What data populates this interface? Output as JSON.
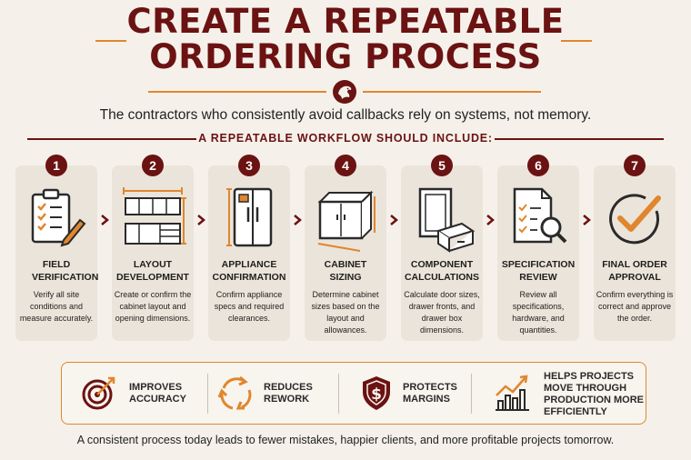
{
  "header": {
    "title_line1": "CREATE A REPEATABLE",
    "title_line2": "ORDERING PROCESS",
    "subtitle": "The contractors who consistently avoid callbacks rely on systems, not memory.",
    "emblem_icon": "eagle-emblem-icon"
  },
  "section": {
    "title": "A REPEATABLE WORKFLOW SHOULD INCLUDE:"
  },
  "steps": [
    {
      "number": "1",
      "title": "FIELD VERIFICATION",
      "desc": "Verify all site conditions and measure accurately.",
      "icon": "clipboard-checklist-icon"
    },
    {
      "number": "2",
      "title": "LAYOUT DEVELOPMENT",
      "desc": "Create or confirm the cabinet layout and opening dimensions.",
      "icon": "cabinet-layout-icon"
    },
    {
      "number": "3",
      "title": "APPLIANCE CONFIRMATION",
      "desc": "Confirm appliance specs and required clearances.",
      "icon": "refrigerator-icon"
    },
    {
      "number": "4",
      "title": "CABINET SIZING",
      "desc": "Determine cabinet sizes based on the layout and allowances.",
      "icon": "cabinet-box-icon"
    },
    {
      "number": "5",
      "title": "COMPONENT CALCULATIONS",
      "desc": "Calculate door sizes, drawer fronts, and drawer box dimensions.",
      "icon": "door-drawer-icon"
    },
    {
      "number": "6",
      "title": "SPECIFICATION REVIEW",
      "desc": "Review all specifications, hardware, and quantities.",
      "icon": "document-magnifier-icon"
    },
    {
      "number": "7",
      "title": "FINAL ORDER APPROVAL",
      "desc": "Confirm everything is correct and approve the order.",
      "icon": "checkmark-circle-icon"
    }
  ],
  "benefits": [
    {
      "label": "IMPROVES ACCURACY",
      "icon": "target-icon"
    },
    {
      "label": "REDUCES REWORK",
      "icon": "cycle-arrows-icon"
    },
    {
      "label": "PROTECTS MARGINS",
      "icon": "dollar-shield-icon"
    },
    {
      "label": "HELPS PROJECTS MOVE THROUGH PRODUCTION MORE EFFICIENTLY",
      "icon": "growth-chart-icon"
    }
  ],
  "footer": "A consistent process today leads to fewer mistakes, happier clients, and more profitable projects tomorrow.",
  "colors": {
    "maroon": "#6b1212",
    "orange": "#e0862e",
    "background": "#f5f1ea",
    "card": "#ebe4da"
  }
}
